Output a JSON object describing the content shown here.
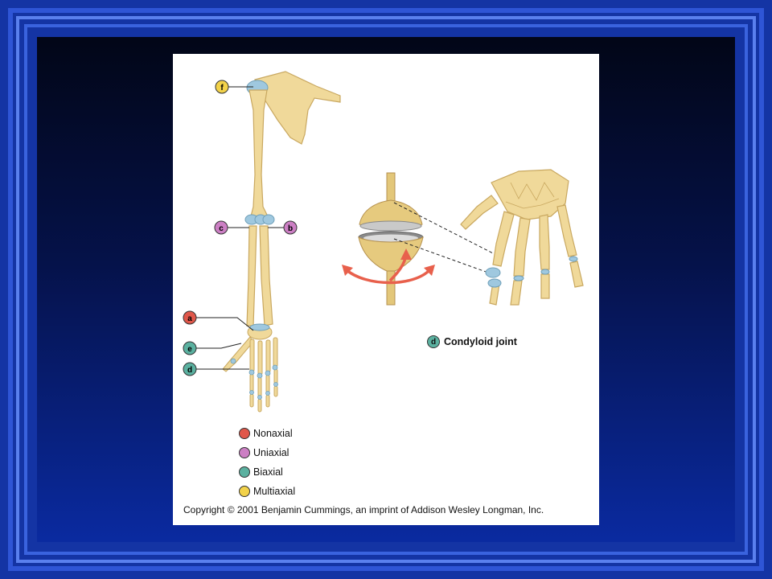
{
  "figure": {
    "labels": {
      "a": "a",
      "b": "b",
      "c": "c",
      "d": "d",
      "e": "e",
      "f": "f"
    },
    "condyloid_badge": "d",
    "condyloid_label": "Condyloid joint",
    "legend": [
      {
        "label": "Nonaxial",
        "color": "#e0574a"
      },
      {
        "label": "Uniaxial",
        "color": "#cc7fc4"
      },
      {
        "label": "Biaxial",
        "color": "#5bb1a0"
      },
      {
        "label": "Multiaxial",
        "color": "#f2d24a"
      }
    ],
    "copyright": "Copyright © 2001 Benjamin Cummings, an imprint of Addison Wesley Longman, Inc."
  },
  "colors": {
    "bone": "#f0d99a",
    "bone_outline": "#c9a860",
    "cartilage": "#9fc8df",
    "arrow": "#e8604c",
    "background_blue": "#1434a4"
  }
}
